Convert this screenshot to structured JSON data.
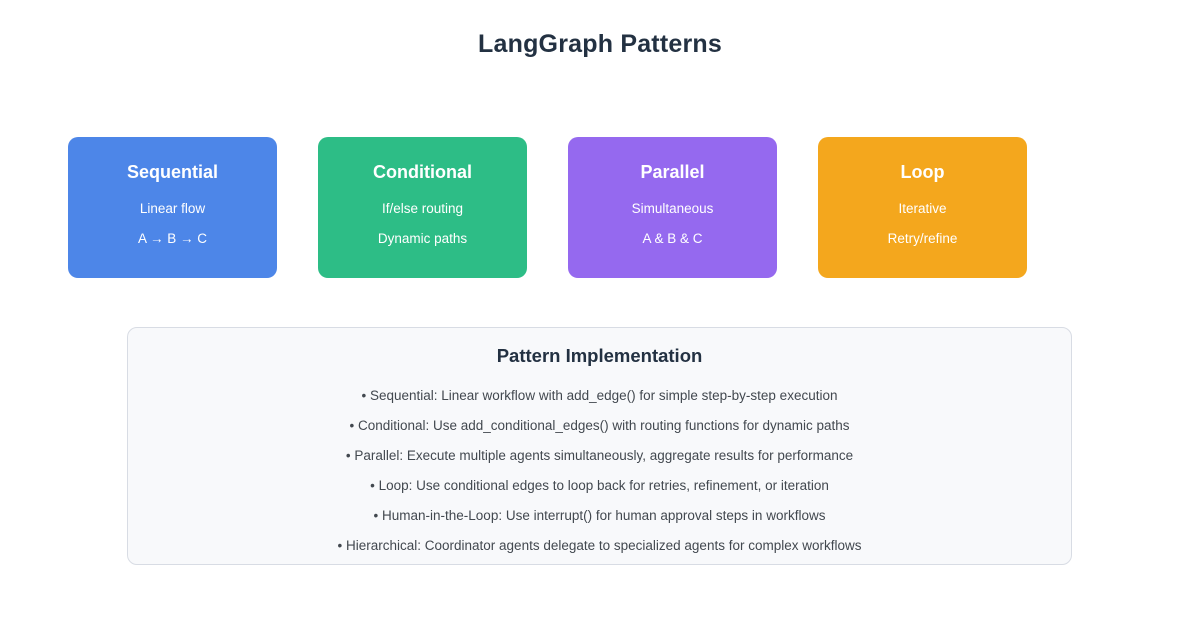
{
  "page": {
    "title": "LangGraph Patterns"
  },
  "colors": {
    "sequential": "#4d86e8",
    "conditional": "#2dbd86",
    "parallel": "#9569ef",
    "loop": "#f4a71d",
    "heading_text": "#233142",
    "body_text": "#42484f",
    "panel_background": "#f8f9fb",
    "panel_border": "#d8dce4"
  },
  "cards": [
    {
      "title": "Sequential",
      "line1": "Linear flow",
      "line2": "A → B → C",
      "color": "#4d86e8"
    },
    {
      "title": "Conditional",
      "line1": "If/else routing",
      "line2": "Dynamic paths",
      "color": "#2dbd86"
    },
    {
      "title": "Parallel",
      "line1": "Simultaneous",
      "line2": "A & B & C",
      "color": "#9569ef"
    },
    {
      "title": "Loop",
      "line1": "Iterative",
      "line2": "Retry/refine",
      "color": "#f4a71d"
    }
  ],
  "implementation": {
    "title": "Pattern Implementation",
    "bullets": [
      "• Sequential: Linear workflow with add_edge() for simple step-by-step execution",
      "• Conditional: Use add_conditional_edges() with routing functions for dynamic paths",
      "• Parallel: Execute multiple agents simultaneously, aggregate results for performance",
      "• Loop: Use conditional edges to loop back for retries, refinement, or iteration",
      "• Human-in-the-Loop: Use interrupt() for human approval steps in workflows",
      "• Hierarchical: Coordinator agents delegate to specialized agents for complex workflows"
    ]
  }
}
